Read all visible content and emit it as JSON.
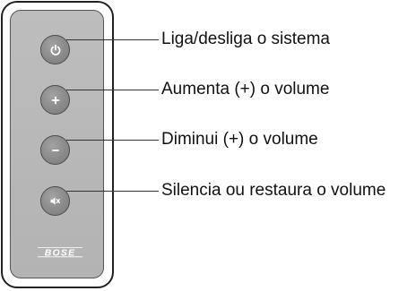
{
  "remote": {
    "logo_text": "BOSE",
    "buttons": [
      {
        "icon": "power-icon",
        "symbol": "⏻",
        "label": "Liga/desliga o sistema"
      },
      {
        "icon": "plus-icon",
        "symbol": "+",
        "label": "Aumenta (+) o volume"
      },
      {
        "icon": "minus-icon",
        "symbol": "–",
        "label": "Diminui (+) o volume"
      },
      {
        "icon": "mute-icon",
        "symbol": "🔇",
        "label": "Silencia ou restaura o volume"
      }
    ]
  },
  "colors": {
    "remote_body": "#b8b8b8",
    "button_face": "#8a8a8a",
    "outline": "#222222",
    "icon": "#ffffff"
  }
}
